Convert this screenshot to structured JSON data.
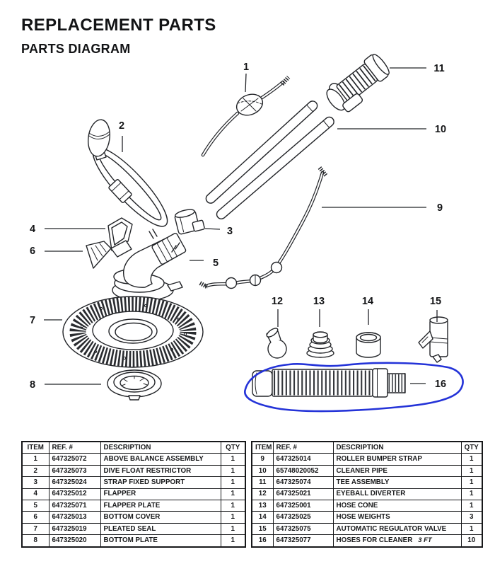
{
  "page": {
    "title": "REPLACEMENT PARTS",
    "subtitle": "PARTS DIAGRAM"
  },
  "diagram": {
    "callouts": [
      "1",
      "2",
      "3",
      "4",
      "5",
      "6",
      "7",
      "8",
      "9",
      "10",
      "11",
      "12",
      "13",
      "14",
      "15",
      "16"
    ],
    "annotation": {
      "type": "hand-drawn ellipse",
      "color": "#2433d8",
      "around_item": "16"
    },
    "ink_color": "#222428"
  },
  "tables": [
    {
      "headers": [
        "ITEM",
        "REF. #",
        "DESCRIPTION",
        "QTY"
      ],
      "rows": [
        [
          "1",
          "647325072",
          "ABOVE BALANCE ASSEMBLY",
          "1"
        ],
        [
          "2",
          "647325073",
          "DIVE FLOAT RESTRICTOR",
          "1"
        ],
        [
          "3",
          "647325024",
          "STRAP FIXED SUPPORT",
          "1"
        ],
        [
          "4",
          "647325012",
          "FLAPPER",
          "1"
        ],
        [
          "5",
          "647325071",
          "FLAPPER PLATE",
          "1"
        ],
        [
          "6",
          "647325013",
          "BOTTOM COVER",
          "1"
        ],
        [
          "7",
          "647325019",
          "PLEATED SEAL",
          "1"
        ],
        [
          "8",
          "647325020",
          "BOTTOM PLATE",
          "1"
        ]
      ]
    },
    {
      "headers": [
        "ITEM",
        "REF. #",
        "DESCRIPTION",
        "QTY"
      ],
      "rows": [
        [
          "9",
          "647325014",
          "ROLLER BUMPER STRAP",
          "1"
        ],
        [
          "10",
          "65748020052",
          "CLEANER PIPE",
          "1"
        ],
        [
          "11",
          "647325074",
          "TEE ASSEMBLY",
          "1"
        ],
        [
          "12",
          "647325021",
          "EYEBALL DIVERTER",
          "1"
        ],
        [
          "13",
          "647325001",
          "HOSE CONE",
          "1"
        ],
        [
          "14",
          "647325025",
          "HOSE WEIGHTS",
          "3"
        ],
        [
          "15",
          "647325075",
          "AUTOMATIC REGULATOR VALVE",
          "1"
        ],
        [
          "16",
          "647325077",
          "HOSES FOR CLEANER",
          "10"
        ]
      ],
      "row16_note": "3 FT"
    }
  ]
}
